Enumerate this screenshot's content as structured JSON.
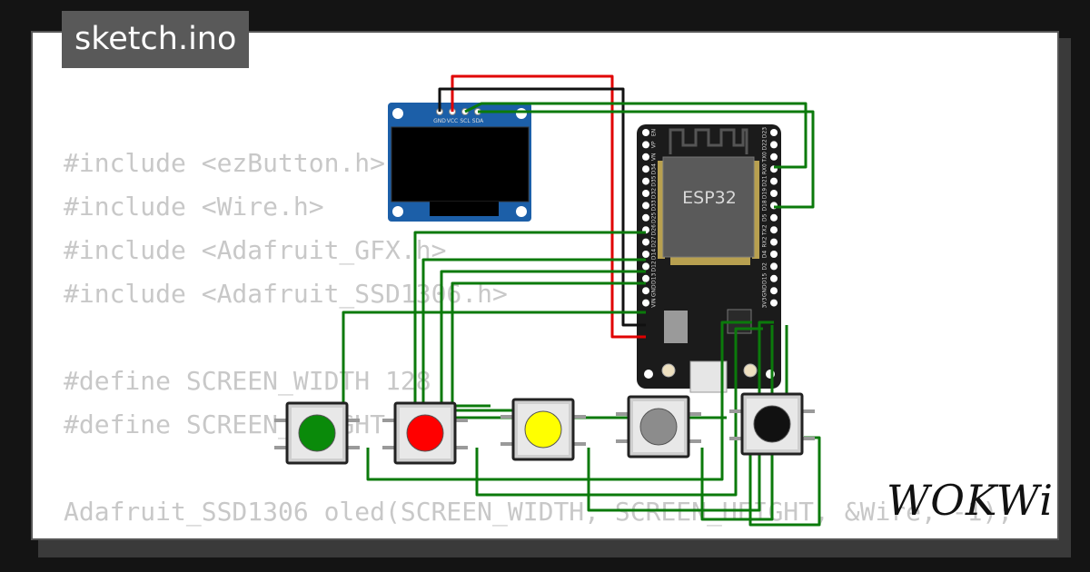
{
  "tab": {
    "filename": "sketch.ino"
  },
  "code_lines": [
    "#include <ezButton.h>",
    "#include <Wire.h>",
    "#include <Adafruit_GFX.h>",
    "#include <Adafruit_SSD1306.h>",
    "",
    "#define SCREEN_WIDTH 128",
    "#define SCREEN_HEIGHT 64",
    "",
    "Adafruit_SSD1306 oled(SCREEN_WIDTH, SCREEN_HEIGHT, &Wire, -1);"
  ],
  "oled": {
    "pins": [
      "GND",
      "VCC",
      "SCL",
      "SDA"
    ]
  },
  "esp32": {
    "chip_label": "ESP32",
    "left_pins": [
      "EN",
      "VP",
      "VN",
      "D34",
      "D35",
      "D32",
      "D33",
      "D25",
      "D26",
      "D27",
      "D14",
      "D12",
      "D13",
      "GND",
      "VIN"
    ],
    "right_pins": [
      "D23",
      "D22",
      "TX0",
      "RX0",
      "D21",
      "D19",
      "D18",
      "D5",
      "TX2",
      "RX2",
      "D4",
      "D2",
      "D15",
      "GND",
      "3V3"
    ]
  },
  "buttons": [
    {
      "name": "button-green",
      "color": "#0a8a0a"
    },
    {
      "name": "button-red",
      "color": "#ff0000"
    },
    {
      "name": "button-yellow",
      "color": "#ffff00"
    },
    {
      "name": "button-grey",
      "color": "#8c8c8c"
    },
    {
      "name": "button-black",
      "color": "#111111"
    }
  ],
  "wire_colors": {
    "power": "#e00000",
    "ground": "#111111",
    "signal": "#0b7a0b"
  },
  "brand": {
    "logo": "WOKWi"
  }
}
